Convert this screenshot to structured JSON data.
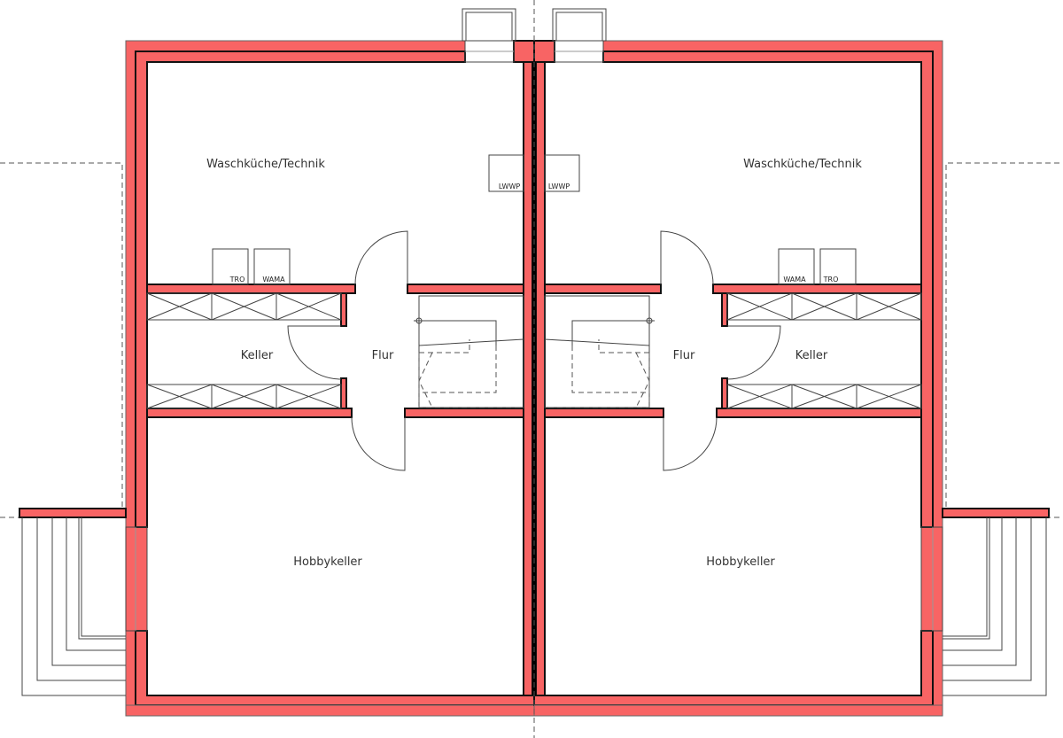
{
  "plan": {
    "colors": {
      "wall": "#f86464",
      "line": "#111111"
    },
    "left_unit": {
      "rooms": {
        "utility": "Waschküche/Technik",
        "storage": "Keller",
        "hall": "Flur",
        "hobby": "Hobbykeller"
      },
      "appliances": {
        "dryer": "TRO",
        "washer": "WAMA",
        "heat_pump": "LWWP"
      }
    },
    "right_unit": {
      "rooms": {
        "utility": "Waschküche/Technik",
        "storage": "Keller",
        "hall": "Flur",
        "hobby": "Hobbykeller"
      },
      "appliances": {
        "dryer": "TRO",
        "washer": "WAMA",
        "heat_pump": "LWWP"
      }
    }
  }
}
